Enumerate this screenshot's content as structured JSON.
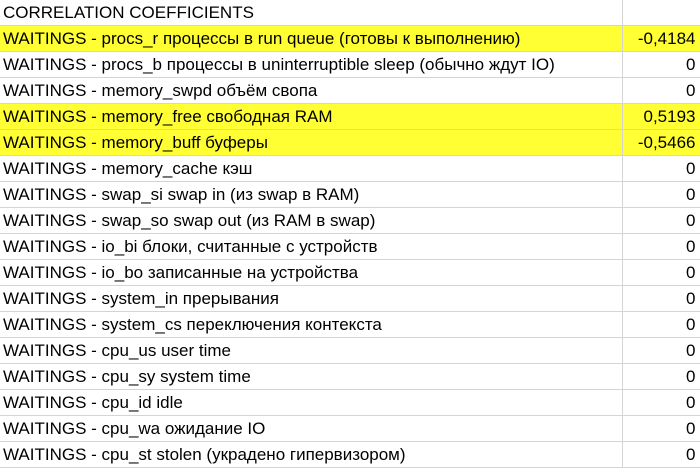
{
  "header": {
    "title": "CORRELATION COEFFICIENTS",
    "value": ""
  },
  "colors": {
    "highlight": "#ffff33",
    "grid": "#d4d4d4"
  },
  "rows": [
    {
      "label": "WAITINGS - procs_r процессы в run queue (готовы к выполнению)",
      "value": "-0,4184",
      "highlighted": true
    },
    {
      "label": "WAITINGS - procs_b процессы в uninterruptible sleep (обычно ждут IO)",
      "value": "0",
      "highlighted": false
    },
    {
      "label": "WAITINGS - memory_swpd объём свопа",
      "value": "0",
      "highlighted": false
    },
    {
      "label": "WAITINGS - memory_free свободная RAM",
      "value": "0,5193",
      "highlighted": true
    },
    {
      "label": "WAITINGS - memory_buff буферы",
      "value": "-0,5466",
      "highlighted": true
    },
    {
      "label": "WAITINGS - memory_cache кэш",
      "value": "0",
      "highlighted": false
    },
    {
      "label": "WAITINGS - swap_si swap in (из swap в RAM)",
      "value": "0",
      "highlighted": false
    },
    {
      "label": "WAITINGS - swap_so swap out (из RAM в swap)",
      "value": "0",
      "highlighted": false
    },
    {
      "label": "WAITINGS - io_bi блоки, считанные с устройств",
      "value": "0",
      "highlighted": false
    },
    {
      "label": "WAITINGS - io_bo записанные на устройства",
      "value": "0",
      "highlighted": false
    },
    {
      "label": "WAITINGS - system_in прерывания",
      "value": "0",
      "highlighted": false
    },
    {
      "label": "WAITINGS - system_cs переключения контекста",
      "value": "0",
      "highlighted": false
    },
    {
      "label": "WAITINGS - cpu_us user time",
      "value": "0",
      "highlighted": false
    },
    {
      "label": "WAITINGS - cpu_sy system time",
      "value": "0",
      "highlighted": false
    },
    {
      "label": "WAITINGS - cpu_id idle",
      "value": "0",
      "highlighted": false
    },
    {
      "label": "WAITINGS - cpu_wa ожидание IO",
      "value": "0",
      "highlighted": false
    },
    {
      "label": "WAITINGS - cpu_st stolen (украдено гипервизором)",
      "value": "0",
      "highlighted": false
    }
  ]
}
